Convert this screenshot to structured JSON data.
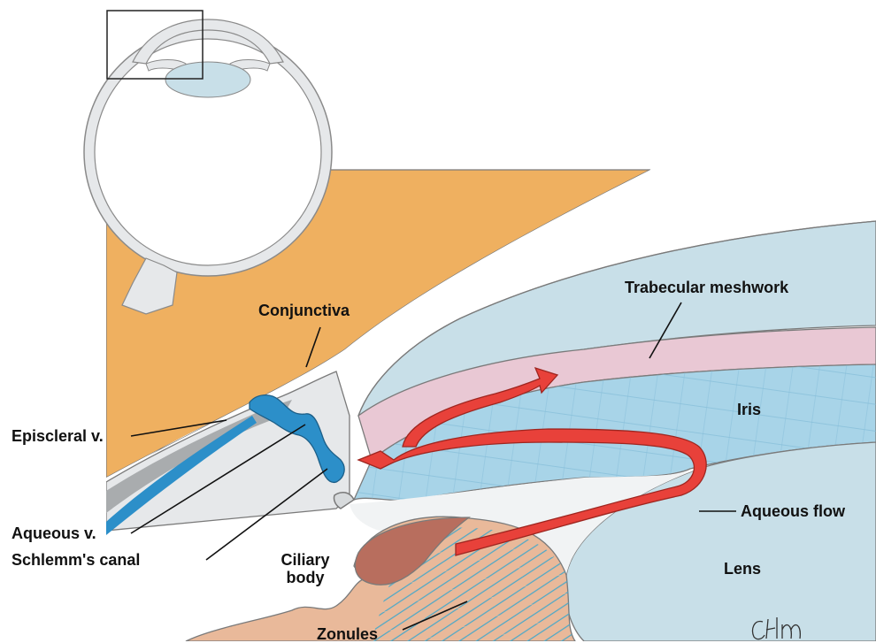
{
  "labels": {
    "conjunctiva": "Conjunctiva",
    "trabecular_meshwork": "Trabecular meshwork",
    "iris": "Iris",
    "episcleral_v": "Episcleral v.",
    "aqueous_v": "Aqueous v.",
    "schlemms_canal": "Schlemm's canal",
    "ciliary_body_line1": "Ciliary",
    "ciliary_body_line2": "body",
    "aqueous_flow": "Aqueous flow",
    "lens": "Lens",
    "zonules": "Zonules"
  },
  "signature": "CHM",
  "colors": {
    "conjunctiva_fill": "#efb060",
    "cornea_fill": "#c8dfe8",
    "iris_fill": "#a8d4e8",
    "trabecular_fill": "#e9c8d4",
    "ciliary_fill": "#e9b99a",
    "ciliary_muscle": "#b86e5e",
    "vein_blue": "#2c8fc9",
    "arrow_red": "#e8413a",
    "sclera_fill": "#e6e8ea",
    "outline": "#7a7a7a"
  }
}
